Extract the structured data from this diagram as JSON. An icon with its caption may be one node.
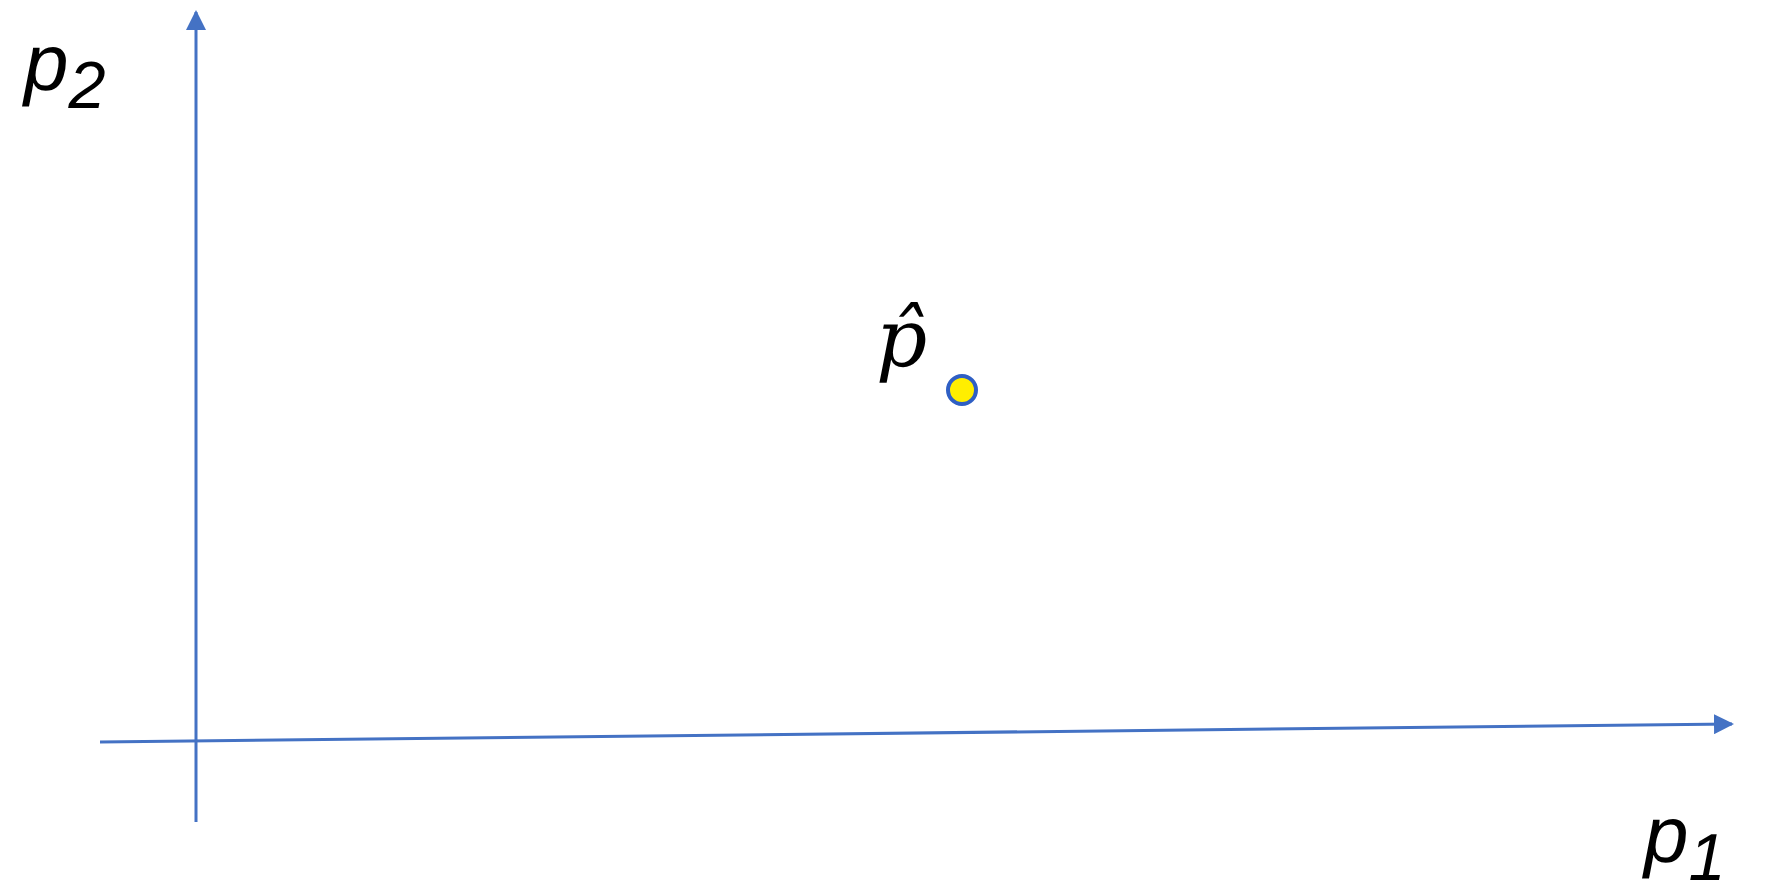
{
  "diagram": {
    "labels": [
      "p$_{2}$",
      "p̂",
      "p$_{1}$"
    ]
  }
}
